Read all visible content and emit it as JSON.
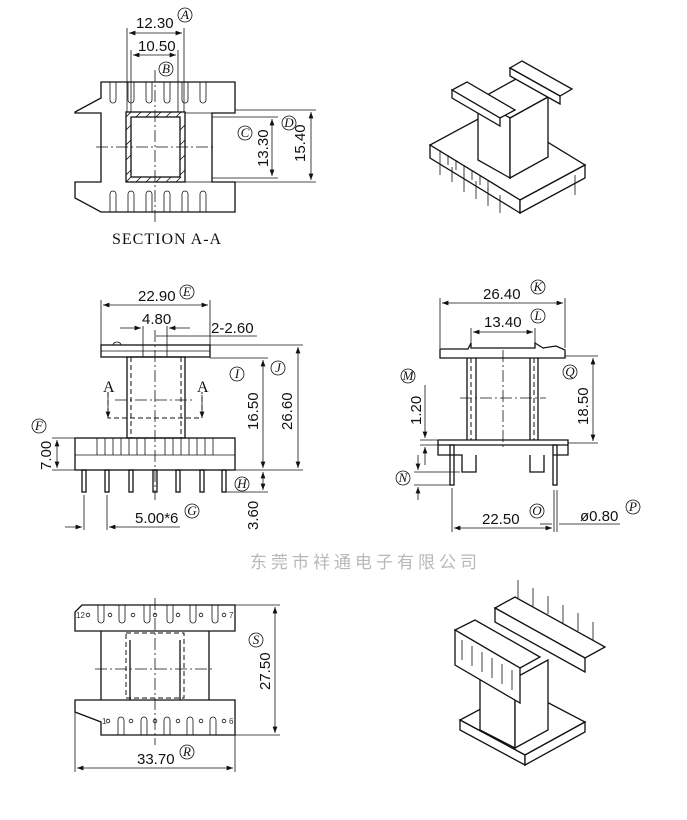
{
  "section_title": "SECTION A-A",
  "section_marks": {
    "left": "A",
    "right": "A"
  },
  "watermark": "东莞市祥通电子有限公司",
  "pin_numbers": {
    "top_left": "12",
    "top_right": "7",
    "bottom_left": "1",
    "bottom_right": "6"
  },
  "dimensions": {
    "A": {
      "tag": "A",
      "value": "12.30"
    },
    "B": {
      "tag": "B",
      "value": "10.50"
    },
    "C": {
      "tag": "C",
      "value": "13.30"
    },
    "D": {
      "tag": "D",
      "value": "15.40"
    },
    "E": {
      "tag": "E",
      "value": "22.90"
    },
    "slot": {
      "value": "4.80"
    },
    "slot2": {
      "value": "2-2.60"
    },
    "F": {
      "tag": "F",
      "value": "7.00"
    },
    "G": {
      "tag": "G",
      "value": "5.00*6"
    },
    "H": {
      "tag": "H",
      "value": "3.60"
    },
    "I": {
      "tag": "I",
      "value": "16.50"
    },
    "J": {
      "tag": "J",
      "value": "26.60"
    },
    "K": {
      "tag": "K",
      "value": "26.40"
    },
    "L": {
      "tag": "L",
      "value": "13.40"
    },
    "M": {
      "tag": "M",
      "value": "1.20"
    },
    "N": {
      "tag": "N",
      "value": ""
    },
    "O": {
      "tag": "O",
      "value": "22.50"
    },
    "P": {
      "tag": "P",
      "value": "ø0.80"
    },
    "Q": {
      "tag": "Q",
      "value": "18.50"
    },
    "R": {
      "tag": "R",
      "value": "33.70"
    },
    "S": {
      "tag": "S",
      "value": "27.50"
    }
  }
}
